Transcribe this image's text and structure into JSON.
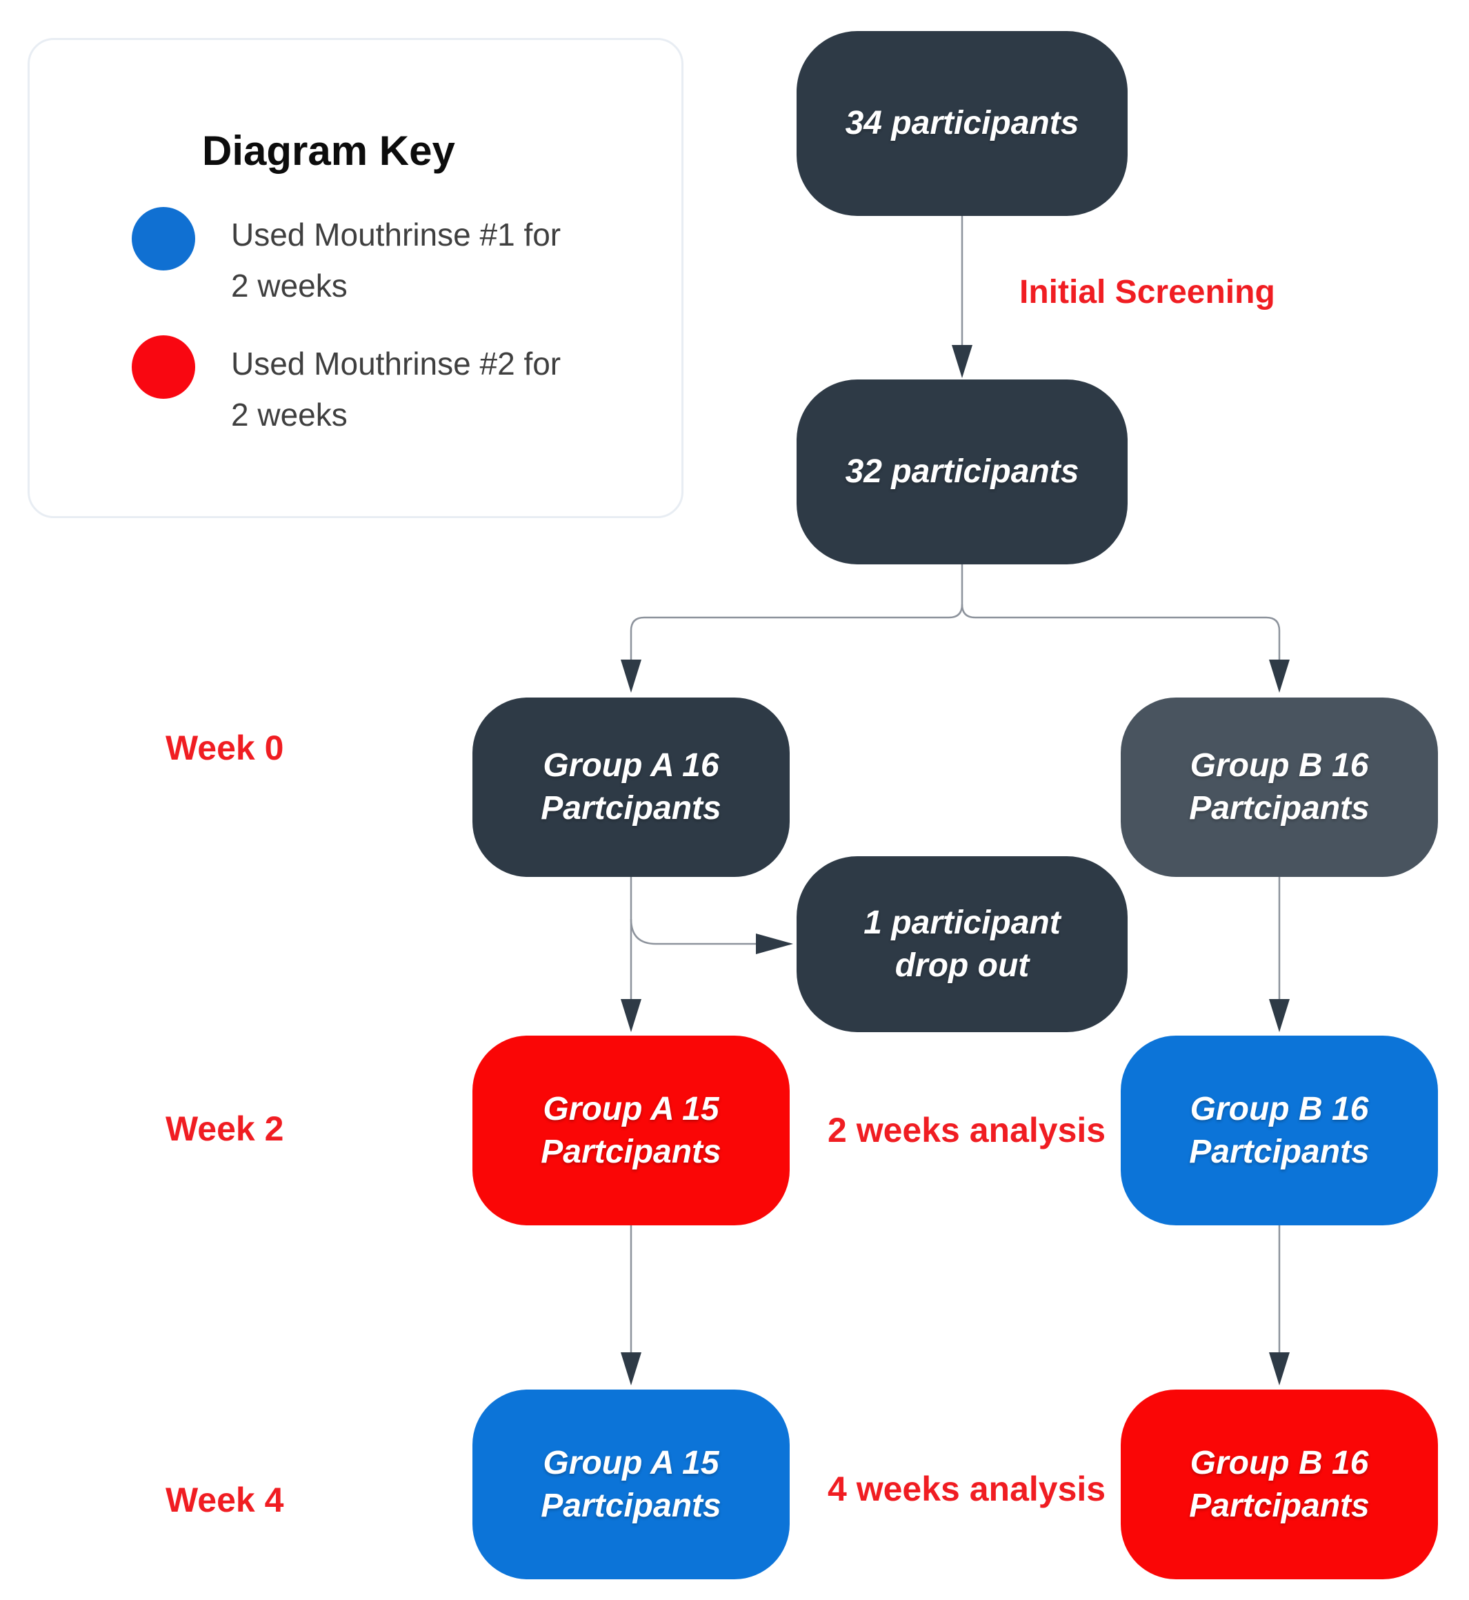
{
  "colors": {
    "node_dark": "#2E3A46",
    "node_dark_muted": "#49545F",
    "node_red": "#FA0606",
    "node_blue": "#0C74D8",
    "label_red": "#F01D22",
    "legend_blue_dot": "#1070D2",
    "legend_red_dot": "#F90711",
    "edge_line": "#8D939C",
    "edge_arrow": "#2E3A46",
    "legend_border": "#E8EDF3"
  },
  "legend": {
    "title": "Diagram Key",
    "items": [
      {
        "dot_color": "#1070D2",
        "line1": "Used Mouthrinse #1 for",
        "line2": "2 weeks"
      },
      {
        "dot_color": "#F90711",
        "line1": "Used Mouthrinse #2 for",
        "line2": "2 weeks"
      }
    ]
  },
  "nodes": {
    "participants_34": {
      "line1": "34 participants"
    },
    "participants_32": {
      "line1": "32 participants"
    },
    "group_a_week0": {
      "line1": "Group A 16",
      "line2": "Partcipants"
    },
    "group_b_week0": {
      "line1": "Group B 16",
      "line2": "Partcipants"
    },
    "dropout": {
      "line1": "1 participant",
      "line2": "drop out"
    },
    "group_a_week2": {
      "line1": "Group A 15",
      "line2": "Partcipants"
    },
    "group_b_week2": {
      "line1": "Group B 16",
      "line2": "Partcipants"
    },
    "group_a_week4": {
      "line1": "Group A 15",
      "line2": "Partcipants"
    },
    "group_b_week4": {
      "line1": "Group B 16",
      "line2": "Partcipants"
    }
  },
  "labels": {
    "initial_screening": "Initial Screening",
    "week0": "Week 0",
    "week2": "Week 2",
    "week4": "Week 4",
    "analysis_2w": "2 weeks analysis",
    "analysis_4w": "4 weeks analysis"
  }
}
